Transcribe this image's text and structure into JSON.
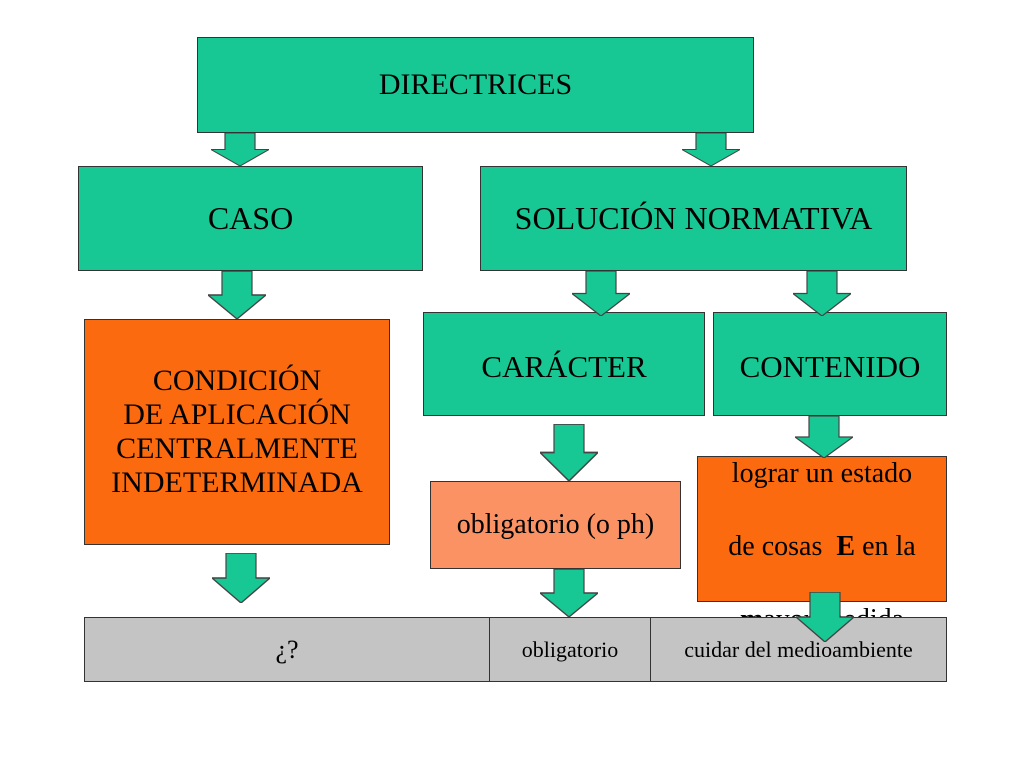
{
  "colors": {
    "green": "#17c895",
    "orange_dark": "#fb6a0e",
    "orange_light": "#fb9264",
    "gray": "#c4c4c4",
    "arrow_green": "#17c895"
  },
  "nodes": {
    "directrices": "DIRECTRICES",
    "caso": "CASO",
    "solucion": "SOLUCIÓN NORMATIVA",
    "condicion": "CONDICIÓN\nDE APLICACIÓN\nCENTRALMENTE\nINDETERMINADA",
    "caracter": "CARÁCTER",
    "contenido": "CONTENIDO",
    "obligatorio_ph": "obligatorio (o ph)",
    "lograr": {
      "line1": "lograr un estado",
      "line2_prefix": "de cosas  ",
      "line2_bold": "E",
      "line2_suffix": " en la",
      "line3_bold1": "m",
      "line3_mid": "ayor ",
      "line3_bold2": "m",
      "line3_suffix": "edida"
    }
  },
  "table": {
    "cells": [
      "¿?",
      "obligatorio",
      "cuidar del medioambiente"
    ]
  }
}
